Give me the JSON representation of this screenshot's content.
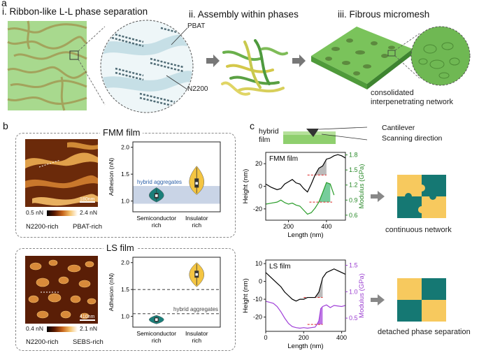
{
  "panel_a": {
    "letter": "a",
    "step1": "i. Ribbon-like L-L phase separation",
    "step2": "ii. Assembly within phases",
    "step3": "iii. Fibrous micromesh",
    "label_pbat": "PBAT",
    "label_n2200": "N2200",
    "caption_line1": "consolidated",
    "caption_line2": "interpenetrating network"
  },
  "panel_b": {
    "letter": "b",
    "fmm": {
      "title": "FMM film",
      "scalebar": "180nm",
      "colorbar_min": "0.5 nN",
      "colorbar_max": "2.4 nN",
      "phase_left": "N2200-rich",
      "phase_right": "PBAT-rich"
    },
    "ls": {
      "title": "LS film",
      "scalebar": "410nm",
      "colorbar_min": "0.4 nN",
      "colorbar_max": "2.1 nN",
      "phase_left": "N2200-rich",
      "phase_right": "SEBS-rich"
    }
  },
  "panel_c": {
    "letter": "c",
    "hybrid_film_line1": "hybrid",
    "hybrid_film_line2": "film",
    "cantilever": "Cantilever",
    "scanning": "Scanning direction",
    "caption_continuous": "continuous network",
    "caption_detached": "detached phase separation"
  },
  "chart_data": [
    {
      "type": "violin",
      "ylabel": "Adhesion (nN)",
      "categories": [
        "Semiconductor\nrich",
        "Insulator\nrich"
      ],
      "ylim": [
        0.8,
        2.1
      ],
      "yticks": [
        1.0,
        1.5,
        2.0
      ],
      "band": {
        "label": "hybrid aggregates",
        "range": [
          0.95,
          1.28
        ]
      },
      "series": [
        {
          "category": "Semiconductor\nrich",
          "median": 1.1,
          "q1": 1.05,
          "q3": 1.15,
          "min": 0.98,
          "max": 1.25,
          "color": "#1a7f7a"
        },
        {
          "category": "Insulator\nrich",
          "median": 1.33,
          "q1": 1.25,
          "q3": 1.42,
          "min": 1.12,
          "max": 1.65,
          "color": "#f4c542"
        }
      ]
    },
    {
      "type": "violin",
      "ylabel": "Adhesion (nN)",
      "categories": [
        "Semiconductor\nrich",
        "Insulator\nrich"
      ],
      "ylim": [
        0.8,
        2.1
      ],
      "yticks": [
        1.0,
        1.5,
        2.0
      ],
      "dashed_lines": [
        1.5,
        1.05
      ],
      "annotation": "hybrid aggregates",
      "series": [
        {
          "category": "Semiconductor\nrich",
          "median": 0.94,
          "q1": 0.9,
          "q3": 0.98,
          "min": 0.86,
          "max": 1.02,
          "color": "#1a7f7a"
        },
        {
          "category": "Insulator\nrich",
          "median": 1.78,
          "q1": 1.72,
          "q3": 1.85,
          "min": 1.55,
          "max": 2.0,
          "color": "#f4c542"
        }
      ]
    },
    {
      "type": "line",
      "title": "FMM film",
      "xlabel": "Length (nm)",
      "ylabel_left": "Height (nm)",
      "ylabel_right": "Modulus (GPa)",
      "xlim": [
        80,
        500
      ],
      "xticks": [
        200,
        400
      ],
      "ylim_left": [
        -30,
        30
      ],
      "yticks_left": [
        -20,
        0,
        20
      ],
      "ylim_right": [
        0.5,
        1.85
      ],
      "yticks_right": [
        0.6,
        0.9,
        1.2,
        1.5,
        1.8
      ],
      "series": [
        {
          "name": "height",
          "axis": "left",
          "color": "#000000",
          "x": [
            80,
            110,
            140,
            160,
            180,
            200,
            220,
            240,
            260,
            280,
            300,
            320,
            340,
            360,
            380,
            400,
            420,
            440,
            460,
            480,
            500
          ],
          "y": [
            2,
            -1,
            -3,
            -2,
            2,
            4,
            6,
            3,
            2,
            -2,
            -5,
            2,
            10,
            16,
            18,
            24,
            25,
            27,
            28,
            27,
            25
          ]
        },
        {
          "name": "modulus",
          "axis": "right",
          "color": "#2a9d2a",
          "x": [
            80,
            110,
            140,
            160,
            180,
            200,
            220,
            240,
            260,
            280,
            300,
            320,
            340,
            360,
            380,
            400,
            420,
            440
          ],
          "y": [
            0.82,
            0.84,
            0.86,
            0.9,
            0.85,
            0.82,
            0.84,
            0.8,
            0.78,
            0.7,
            0.62,
            0.65,
            0.74,
            0.86,
            1.05,
            1.25,
            1.22,
            1.0
          ]
        }
      ]
    },
    {
      "type": "line",
      "title": "LS film",
      "xlabel": "Length (nm)",
      "ylabel_left": "Height (nm)",
      "ylabel_right": "Modulus (GPa)",
      "xlim": [
        0,
        420
      ],
      "xticks": [
        0,
        200,
        400
      ],
      "ylim_left": [
        -28,
        12
      ],
      "yticks_left": [
        -20,
        -10,
        0,
        10
      ],
      "ylim_right": [
        0.25,
        1.6
      ],
      "yticks_right": [
        0.5,
        1.0,
        1.5
      ],
      "series": [
        {
          "name": "height",
          "axis": "left",
          "color": "#000000",
          "x": [
            0,
            20,
            40,
            60,
            80,
            100,
            120,
            140,
            160,
            180,
            200,
            220,
            240,
            260,
            280,
            300,
            320,
            340,
            360,
            380,
            400,
            420
          ],
          "y": [
            5,
            3,
            1,
            -1,
            -3,
            -6,
            -8,
            -10,
            -11,
            -10,
            -10,
            -9,
            -9,
            -9,
            -6,
            2,
            5,
            6,
            7,
            6,
            5,
            4
          ]
        },
        {
          "name": "modulus",
          "axis": "right",
          "color": "#a040d8",
          "x": [
            0,
            20,
            40,
            60,
            80,
            100,
            120,
            140,
            160,
            180,
            200,
            220,
            240,
            260,
            270,
            280,
            290,
            300,
            320,
            340,
            360,
            380,
            400,
            420
          ],
          "y": [
            0.82,
            0.8,
            0.78,
            0.72,
            0.62,
            0.5,
            0.4,
            0.34,
            0.32,
            0.31,
            0.32,
            0.31,
            0.32,
            0.33,
            0.38,
            0.45,
            0.68,
            0.72,
            0.75,
            0.7,
            0.74,
            0.73,
            0.72,
            0.74
          ]
        }
      ]
    }
  ]
}
